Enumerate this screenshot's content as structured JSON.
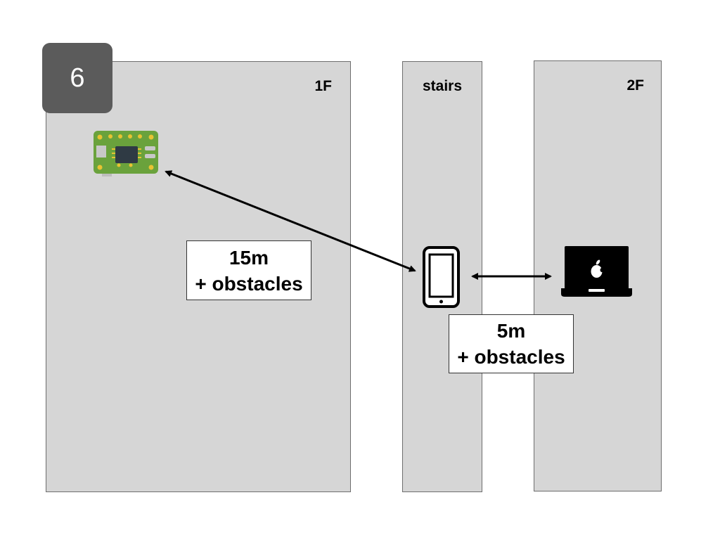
{
  "step": {
    "number": "6"
  },
  "zones": {
    "floor1": {
      "label": "1F"
    },
    "stairs": {
      "label": "stairs"
    },
    "floor2": {
      "label": "2F"
    }
  },
  "devices": {
    "microcontroller": {
      "icon": "microcontroller-board-icon",
      "color": "#6aa23c"
    },
    "phone": {
      "icon": "smartphone-icon"
    },
    "laptop": {
      "icon": "apple-laptop-icon"
    }
  },
  "links": {
    "board_to_phone": {
      "distance": "15m",
      "note": "+ obstacles"
    },
    "phone_to_laptop": {
      "distance": "5m",
      "note": "+ obstacles"
    }
  },
  "colors": {
    "zone_fill": "#d6d6d6",
    "zone_border": "#6e6e6e",
    "badge": "#5b5b5b",
    "arrow": "#000000"
  }
}
